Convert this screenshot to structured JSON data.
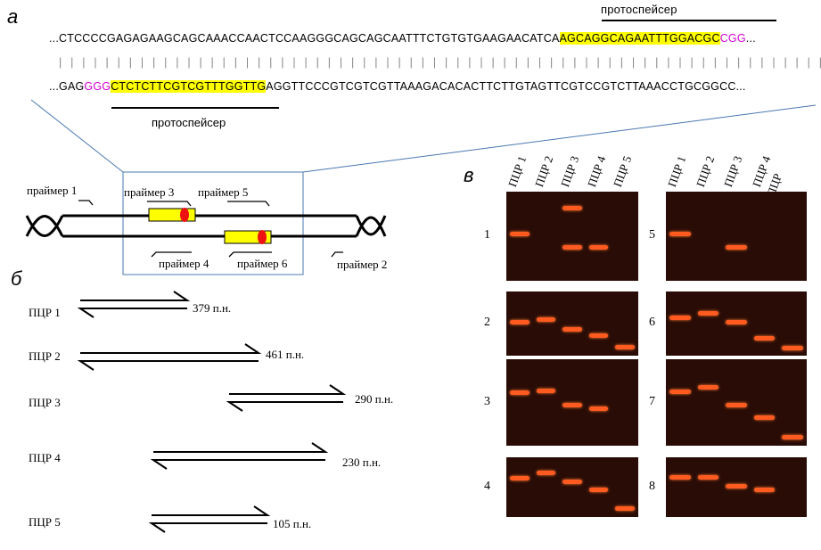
{
  "panel_labels": {
    "a": "а",
    "b": "б",
    "v": "в"
  },
  "sequence": {
    "top_prefix": "...CTCCCCGAGAGAAGCAGCAAACCAACTCCAAGGGCAGCAGCAATTTCTGTGTGAAGAACATCA",
    "top_protospacer": "AGCAGGCAGAATTTGGACGC",
    "top_pam": "CGG",
    "top_suffix": "...",
    "pairing": "| | | | | | | | | | | | | | | | | | | | | | | | | | | | | | | | | | | | | | | | | | | | | | | | | | | | | | | | | | | | | | | | | | | | | | |",
    "bottom_prefix": "...GAG",
    "bottom_pam": "GGG",
    "bottom_protospacer": "CTCTCTTCGTCGTTTGGTTG",
    "bottom_suffix": "AGGTTCCCGTCGTCGTTAAAGACACACTTCTTGTAGTTCGTCCGTCTTAAACCTGCGGCC...",
    "protospacer_label_top": "протоспейсер",
    "protospacer_label_bottom": "протоспейсер"
  },
  "primers": [
    "праймер 1",
    "праймер 2",
    "праймер 3",
    "праймер 4",
    "праймер 5",
    "праймер 6"
  ],
  "pcr_products": [
    {
      "name": "ПЦР 1",
      "size": "379 п.н."
    },
    {
      "name": "ПЦР 2",
      "size": "461 п.н."
    },
    {
      "name": "ПЦР 3",
      "size": "290 п.н."
    },
    {
      "name": "ПЦР 4",
      "size": "230 п.н."
    },
    {
      "name": "ПЦР 5",
      "size": "105 п.н."
    }
  ],
  "gel": {
    "lanes": [
      "ПЦР 1",
      "ПЦР 2",
      "ПЦР 3",
      "ПЦР 4",
      "ПЦР 5"
    ],
    "samples": [
      "1",
      "2",
      "3",
      "4",
      "5",
      "6",
      "7",
      "8"
    ]
  },
  "colors": {
    "highlight": "#ffff00",
    "pam": "#d000d0",
    "gel_bg": "#2a0c06",
    "band": "#ff5a20",
    "line": "#4a78b0"
  }
}
